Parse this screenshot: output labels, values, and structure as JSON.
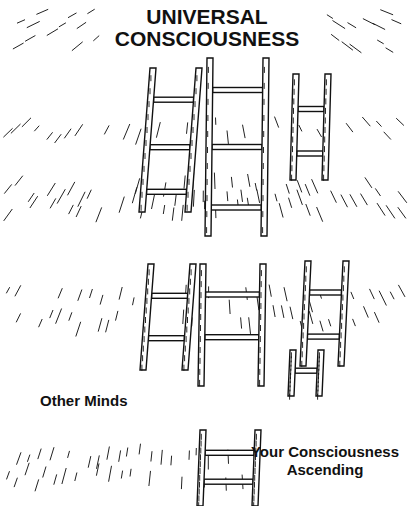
{
  "diagram": {
    "title": "UNIVERSAL CONSCIOUSNESS",
    "labels": [
      "Other Minds",
      "Your Consciousness Ascending"
    ]
  }
}
